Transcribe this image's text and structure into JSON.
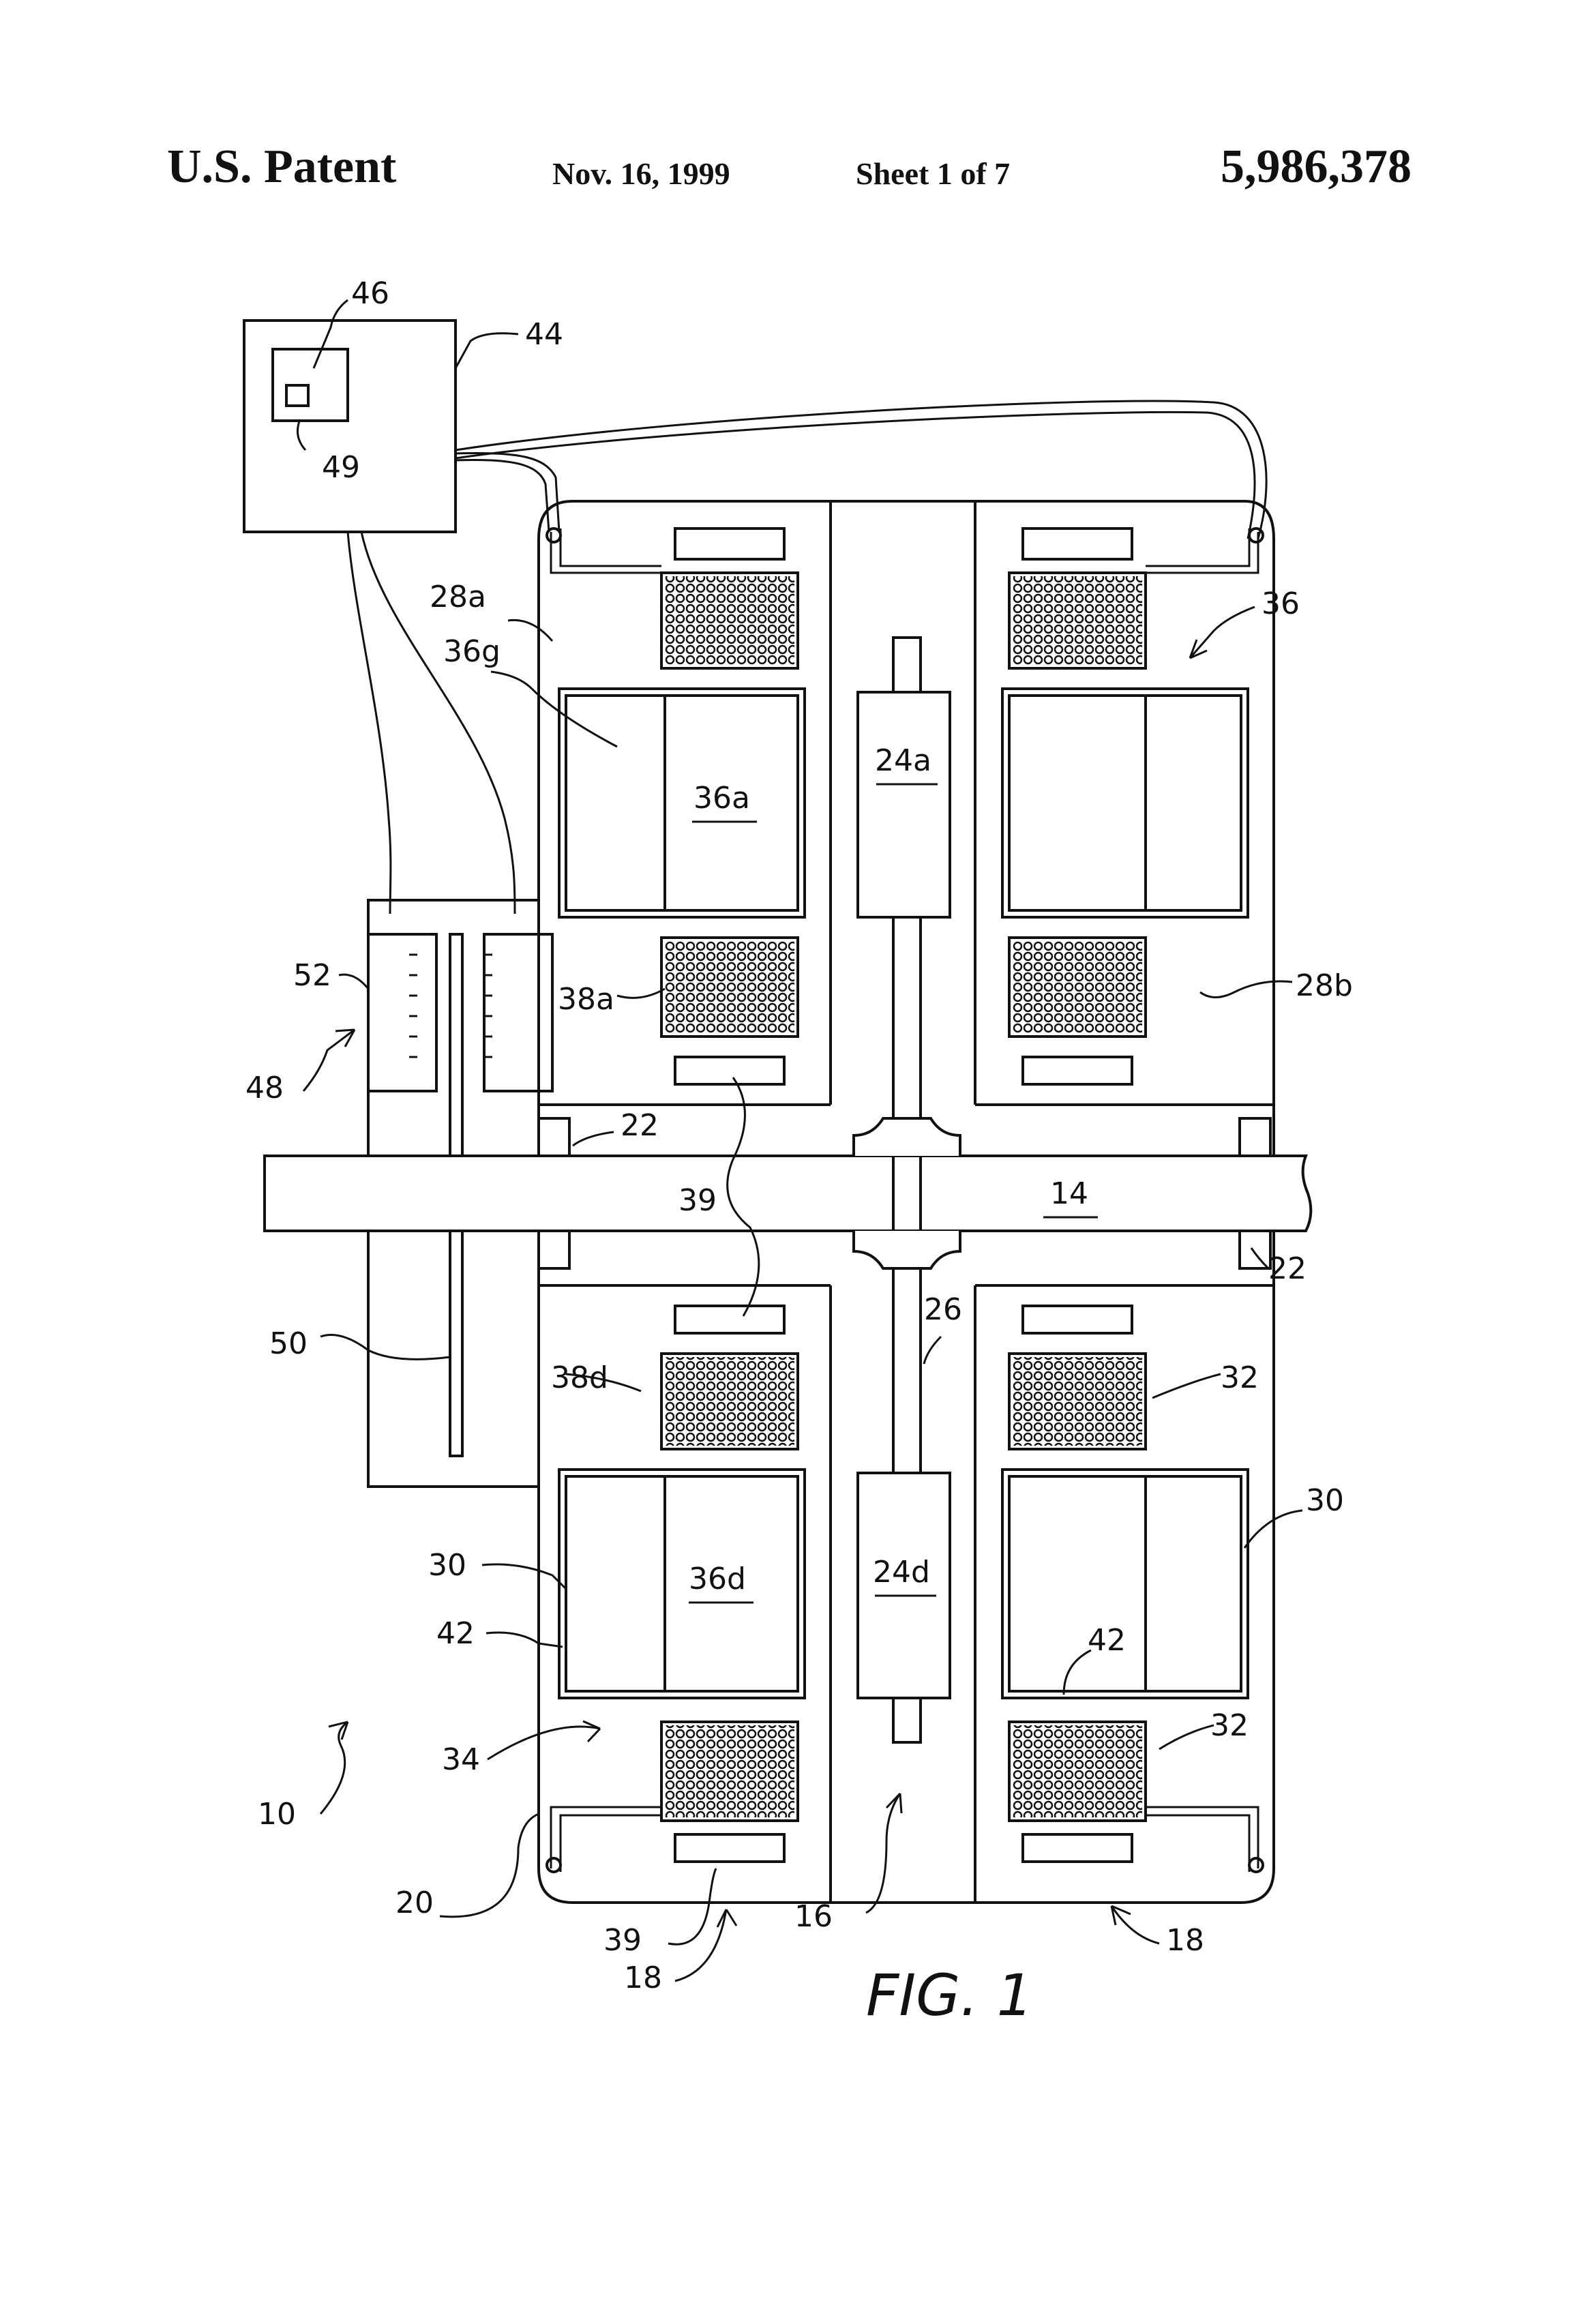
{
  "header": {
    "left": "U.S. Patent",
    "date": "Nov. 16, 1999",
    "sheet": "Sheet 1 of 7",
    "patent_number": "5,986,378"
  },
  "figure": {
    "caption": "FIG. 1",
    "labels": {
      "l46": "46",
      "l44": "44",
      "l49": "49",
      "l28a": "28a",
      "l36g": "36g",
      "l36a": "36a",
      "l24a": "24a",
      "l36": "36",
      "l52": "52",
      "l38a": "38a",
      "l28b": "28b",
      "l48": "48",
      "l22a": "22",
      "l39a": "39",
      "l14": "14",
      "l22b": "22",
      "l50": "50",
      "l26": "26",
      "l38d": "38d",
      "l32a": "32",
      "l30a": "30",
      "l36d": "36d",
      "l24d": "24d",
      "l30b": "30",
      "l42a": "42",
      "l42b": "42",
      "l34": "34",
      "l32b": "32",
      "l10": "10",
      "l20": "20",
      "l39b": "39",
      "l16": "16",
      "l18a": "18",
      "l18b": "18"
    }
  }
}
